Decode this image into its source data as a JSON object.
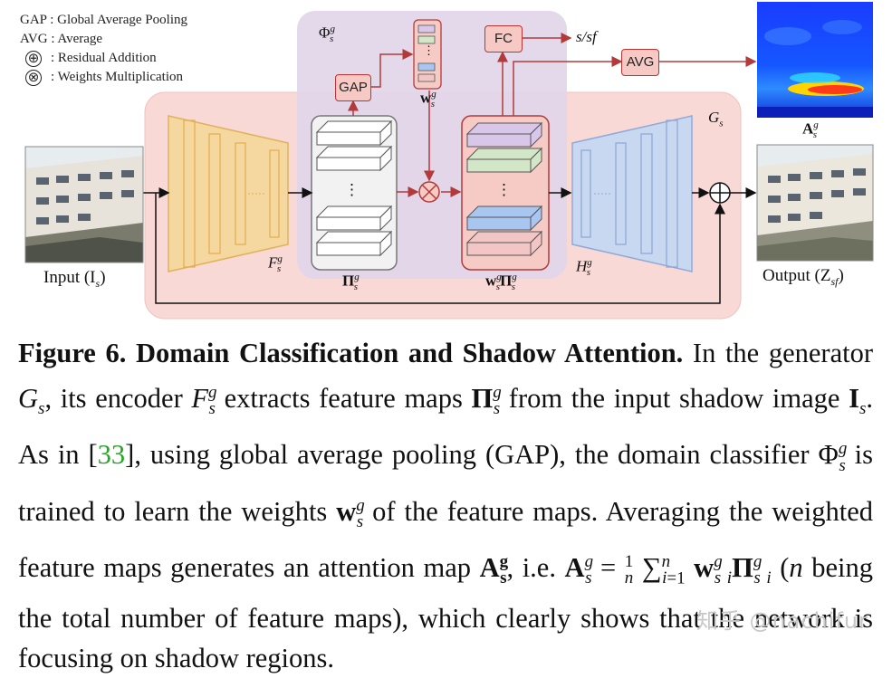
{
  "legend": [
    {
      "symbol": "",
      "text": "GAP : Global Average Pooling"
    },
    {
      "symbol": "",
      "text": "AVG : Average"
    },
    {
      "symbol": "⊕",
      "text": ": Residual Addition"
    },
    {
      "symbol": "⊗",
      "text": ": Weights Multiplication"
    }
  ],
  "diagram": {
    "input_label": "Input (I",
    "input_sub": "s",
    "output_label": "Output (Z",
    "output_sub": "sf",
    "gap_box": "GAP",
    "fc_box": "FC",
    "avg_box": "AVG",
    "fc_output": "s/sf",
    "phi": "Φ",
    "gs": "G",
    "encoder": "F",
    "decoder": "H",
    "pi": "Π",
    "weights": "w",
    "weighted_pi": "w",
    "attention": "A",
    "sup_g": "g",
    "sub_s": "s",
    "dots": "⋮"
  },
  "caption": {
    "figure_label": "Figure 6. Domain Classification and Shadow Attention.",
    "text_1": " In the generator ",
    "text_2": ", its encoder ",
    "text_3": " extracts feature maps ",
    "text_4": " from the input shadow image ",
    "text_5": ". As in [",
    "citation": "33",
    "text_6": "], using global average pooling (GAP), the domain classifier ",
    "text_7": " is trained to learn the weights ",
    "text_8": " of the feature maps. Averaging the weighted feature maps generates an attention map ",
    "text_9": ", i.e. ",
    "text_10": " (",
    "text_11": " being the total number of feature maps), which clearly shows that the network is focusing on shadow regions."
  },
  "watermark": "知乎 @nachifur",
  "colors": {
    "pink_region": "#f9d9d6",
    "purple_region": "#e3d6ea",
    "encoder_yellow": "#f5d7a0",
    "decoder_blue": "#c9d8f1",
    "arrow_red": "#b23a3a",
    "citation_green": "#2aa52a"
  }
}
